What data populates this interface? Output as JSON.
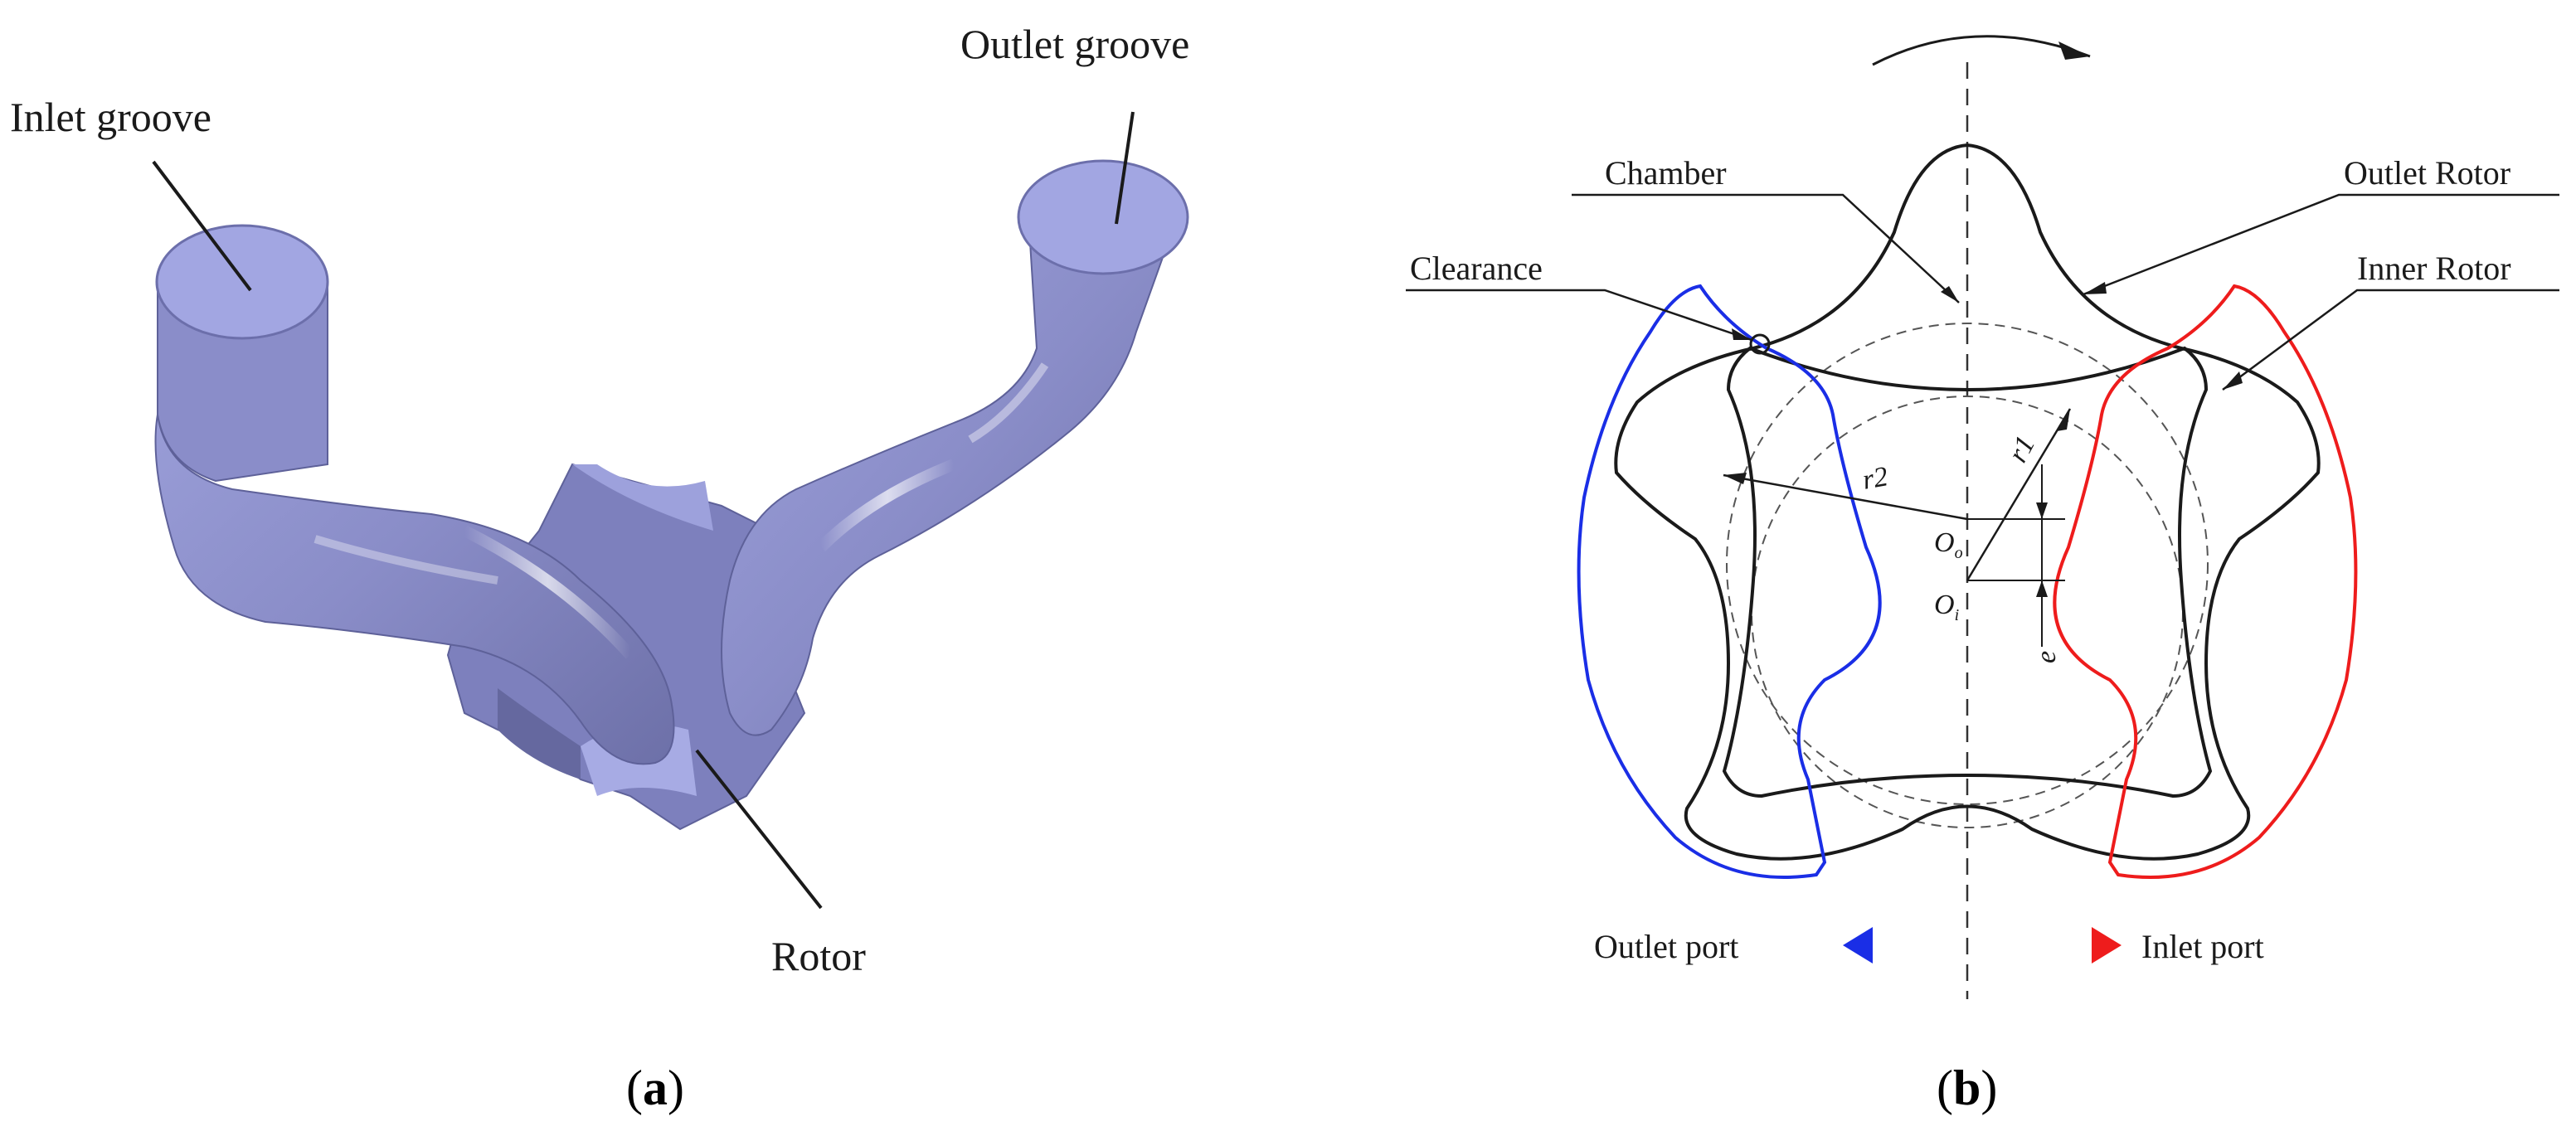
{
  "panel_a": {
    "labels": {
      "inlet_groove": "Inlet groove",
      "outlet_groove": "Outlet groove",
      "rotor": "Rotor"
    },
    "caption": {
      "open": "(",
      "letter": "a",
      "close": ")"
    },
    "colors": {
      "body": "#8c8fcb",
      "top": "#a2a6e2",
      "shade": "#6c6fab"
    }
  },
  "panel_b": {
    "labels": {
      "chamber": "Chamber",
      "outlet_rotor": "Outlet Rotor",
      "clearance": "Clearance",
      "inner_rotor": "Inner Rotor",
      "r2": "r2",
      "r1": "r1",
      "o_main": "O",
      "o_sub": "o",
      "oi_main": "O",
      "oi_sub": "i",
      "e": "e",
      "outlet_port": "Outlet port",
      "inlet_port": "Inlet port"
    },
    "caption": {
      "open": "(",
      "letter": "b",
      "close": ")"
    },
    "colors": {
      "outlet_port": "#1a2ee6",
      "inlet_port": "#ee1c1c",
      "lines": "#1a1a1a"
    },
    "outer_rotor_lobes": 5,
    "inner_rotor_lobes": 4
  }
}
